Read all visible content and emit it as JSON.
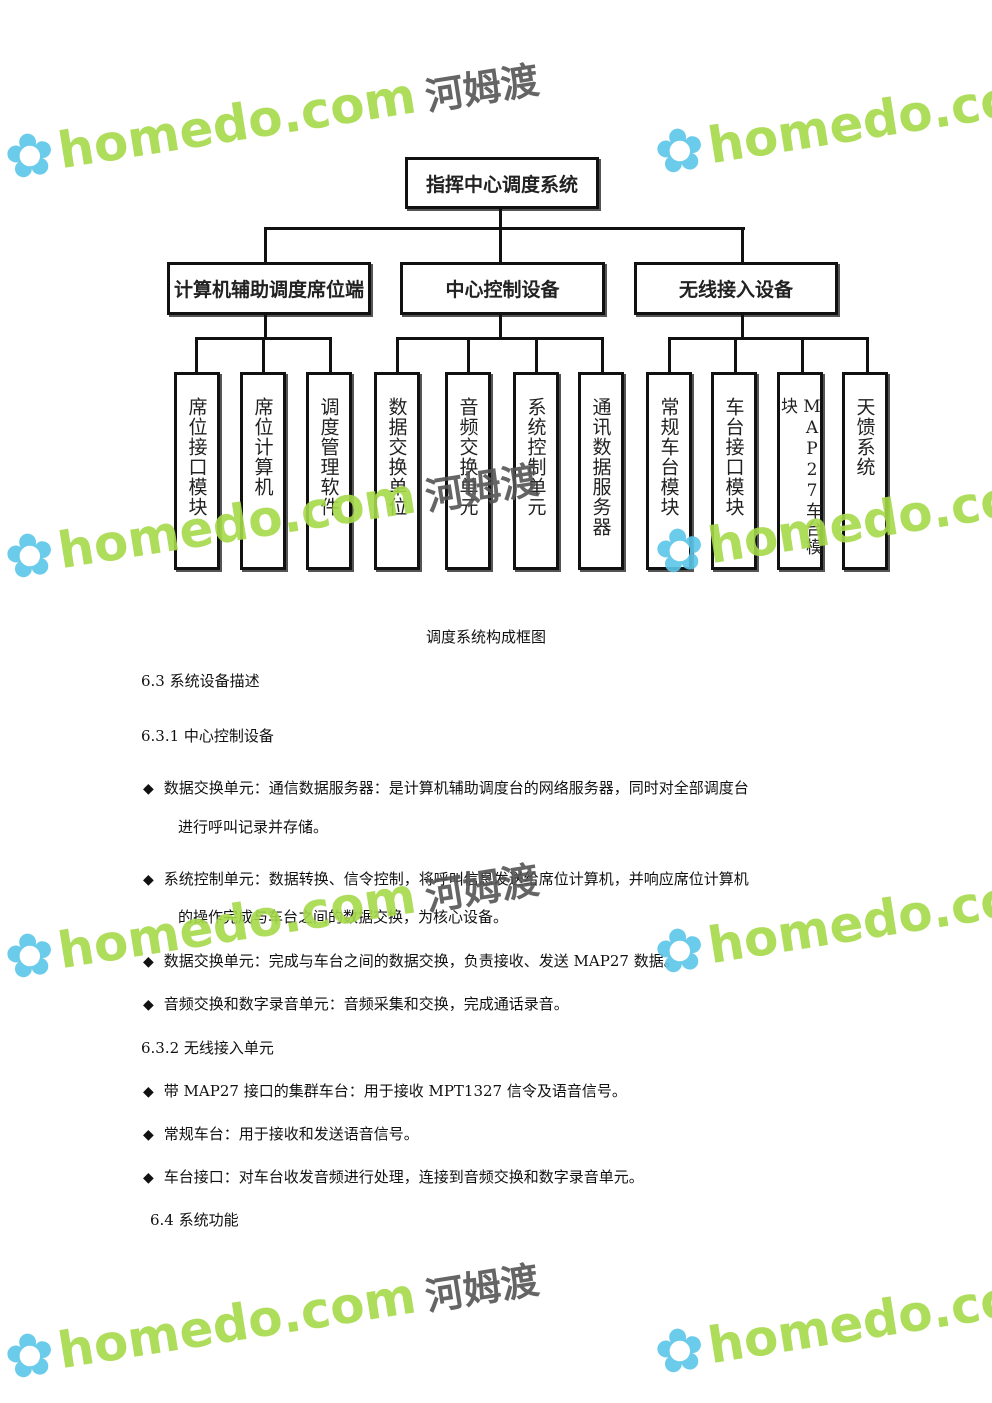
{
  "diagram": {
    "root": "指挥中心调度系统",
    "groups": [
      {
        "label": "计算机辅助调度席位端",
        "children": [
          "席位接口模块",
          "席位计算机",
          "调度管理软件"
        ]
      },
      {
        "label": "中心控制设备",
        "children": [
          "数据交换单位",
          "音频交换单元",
          "系统控制单元",
          "通讯数据服务器"
        ]
      },
      {
        "label": "无线接入设备",
        "children": [
          "常规车台模块",
          "车台接口模块",
          "MAP27车台模块",
          "天馈系统"
        ]
      }
    ],
    "caption": "调度系统构成框图"
  },
  "content": {
    "h_6_3": "6.3 系统设备描述",
    "h_6_3_1": "6.3.1 中心控制设备",
    "bullets_1": [
      {
        "line1": "数据交换单元：通信数据服务器：是计算机辅助调度台的网络服务器，同时对全部调度台",
        "line2": "进行呼叫记录并存储。"
      },
      {
        "line1": "系统控制单元：数据转换、信令控制，将呼叫信息发送给席位计算机，并响应席位计算机",
        "line2": "的操作完成与车台之间的数据交换，为核心设备。"
      },
      {
        "line1": "数据交换单元：完成与车台之间的数据交换，负责接收、发送 MAP27 数据。"
      },
      {
        "line1": "音频交换和数字录音单元：音频采集和交换，完成通话录音。"
      }
    ],
    "h_6_3_2": "6.3.2 无线接入单元",
    "bullets_2": [
      "带 MAP27 接口的集群车台：用于接收 MPT1327 信令及语音信号。",
      "常规车台：用于接收和发送语音信号。",
      "车台接口：对车台收发音频进行处理，连接到音频交换和数字录音单元。"
    ],
    "h_6_4": "6.4  系统功能",
    "bullet_symbol": "◆"
  },
  "watermark": {
    "brand": "homedo.com",
    "cn": "河姆渡",
    "flower": "✿"
  }
}
